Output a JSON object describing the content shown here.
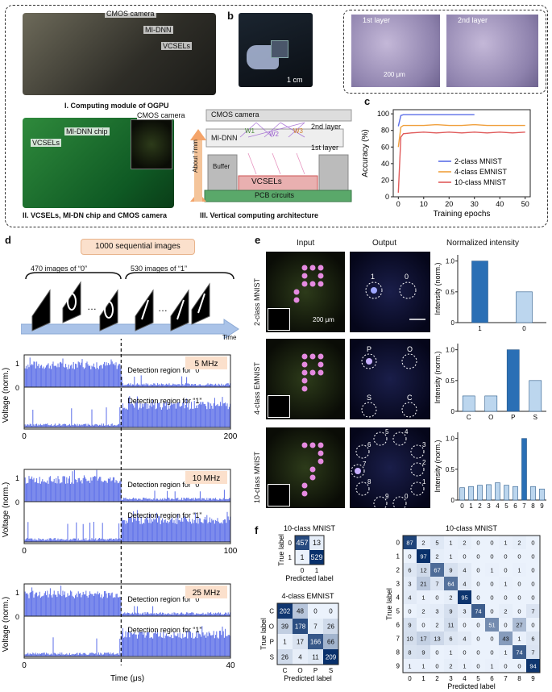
{
  "panel_labels": {
    "a": "a",
    "b": "b",
    "c": "c",
    "d": "d",
    "e": "e",
    "f": "f"
  },
  "panel_a": {
    "callouts": [
      "CMOS camera",
      "MI-DNN",
      "VCSELs"
    ],
    "caption1": "I. Computing module of OGPU",
    "callouts2": [
      "CMOS camera",
      "MI-DNN chip",
      "VCSELs"
    ],
    "caption2": "II. VCSELs, MI-DN chip and CMOS camera"
  },
  "panel_b": {
    "scale1": "1 cm",
    "layer1": "1st layer",
    "layer2": "2nd layer",
    "scale2": "200 μm"
  },
  "panel_arch": {
    "cmos": "CMOS camera",
    "midnn": "MI-DNN",
    "layer2": "2nd layer",
    "layer1": "1st layer",
    "buffer": "Buffer",
    "vcsels": "VCSELs",
    "pcb": "PCB circuits",
    "height": "About 7mm",
    "caption": "III. Vertical computing architecture",
    "weights": [
      "W1",
      "W2",
      "W3"
    ]
  },
  "chart_c": {
    "type": "line",
    "xlabel": "Training epochs",
    "ylabel": "Accuracy (%)",
    "xlim": [
      -2,
      52
    ],
    "ylim": [
      0,
      105
    ],
    "xticks": [
      0,
      10,
      20,
      30,
      40,
      50
    ],
    "yticks": [
      0,
      20,
      40,
      60,
      80,
      100
    ],
    "series": [
      {
        "name": "2-class MNIST",
        "color": "#5b6ee8",
        "x": [
          0,
          1,
          2,
          5,
          10,
          15,
          20,
          25,
          30
        ],
        "y": [
          85,
          98,
          99,
          99,
          99,
          99,
          99,
          99,
          99
        ]
      },
      {
        "name": "4-class EMNIST",
        "color": "#f0a03c",
        "x": [
          0,
          1,
          2,
          5,
          10,
          15,
          20,
          25,
          30,
          35,
          40,
          45,
          50
        ],
        "y": [
          60,
          84,
          86,
          86,
          86,
          87,
          86,
          86,
          87,
          86,
          86,
          86,
          86
        ]
      },
      {
        "name": "10-class MNIST",
        "color": "#e05a5a",
        "x": [
          0,
          1,
          2,
          5,
          10,
          15,
          20,
          25,
          30,
          35,
          40,
          45,
          50
        ],
        "y": [
          5,
          72,
          76,
          77,
          78,
          77,
          78,
          77,
          78,
          77,
          78,
          77,
          78
        ]
      }
    ]
  },
  "panel_d": {
    "title": "1000 sequential images",
    "group0": "470 images of “0”",
    "group1": "530 images of “1”",
    "time_arrow": "Time",
    "ylabel": "Voltage (norm.)",
    "xlabel": "Time (μs)",
    "region0": "Detection region for “0”",
    "region1": "Detection region for “1”",
    "traces": [
      {
        "freq": "5 MHz",
        "xmax": "200",
        "xmin": "0"
      },
      {
        "freq": "10 MHz",
        "xmax": "100",
        "xmin": "0"
      },
      {
        "freq": "25 MHz",
        "xmax": "40",
        "xmin": "0"
      }
    ],
    "yticks": [
      "0",
      "1"
    ]
  },
  "panel_e": {
    "col_input": "Input",
    "col_output": "Output",
    "col_norm": "Normalized intensity",
    "rows": [
      "2-class MNIST",
      "4-class EMNIST",
      "10-class MNIST"
    ],
    "scale": "200 μm",
    "ylabel": "Intensity (norm.)",
    "out_labels_2": [
      "1",
      "0"
    ],
    "out_labels_4": [
      "P",
      "O",
      "S",
      "C"
    ],
    "out_labels_10": [
      "5",
      "4",
      "3",
      "6",
      "2",
      "7",
      "8",
      "1",
      "9",
      "0"
    ],
    "bar_yticks": [
      "0",
      "0.5",
      "1.0"
    ]
  },
  "chart_e": [
    {
      "type": "bar",
      "categories": [
        "1",
        "0"
      ],
      "values": [
        1.0,
        0.5
      ],
      "ylim": [
        0,
        1.1
      ]
    },
    {
      "type": "bar",
      "categories": [
        "C",
        "O",
        "P",
        "S"
      ],
      "values": [
        0.25,
        0.25,
        1.0,
        0.5
      ],
      "ylim": [
        0,
        1.1
      ]
    },
    {
      "type": "bar",
      "categories": [
        "0",
        "1",
        "2",
        "3",
        "4",
        "5",
        "6",
        "7",
        "8",
        "9"
      ],
      "values": [
        0.2,
        0.22,
        0.24,
        0.25,
        0.28,
        0.24,
        0.22,
        1.0,
        0.22,
        0.18
      ],
      "ylim": [
        0,
        1.1
      ]
    }
  ],
  "chart_f": [
    {
      "type": "table",
      "title": "10-class MNIST",
      "ylabel": "True label",
      "xlabel": "Predicted label",
      "labels": [
        "0",
        "1"
      ],
      "matrix": [
        [
          457,
          13
        ],
        [
          1,
          529
        ]
      ]
    },
    {
      "type": "table",
      "title": "4-class EMNIST",
      "ylabel": "True label",
      "xlabel": "Predicted label",
      "labels": [
        "C",
        "O",
        "P",
        "S"
      ],
      "matrix": [
        [
          202,
          48,
          0,
          0
        ],
        [
          39,
          178,
          7,
          26
        ],
        [
          1,
          17,
          166,
          66
        ],
        [
          26,
          4,
          11,
          209
        ]
      ]
    },
    {
      "type": "table",
      "title": "10-class MNIST",
      "ylabel": "True label",
      "xlabel": "Predicted label",
      "labels": [
        "0",
        "1",
        "2",
        "3",
        "4",
        "5",
        "6",
        "7",
        "8",
        "9"
      ],
      "matrix": [
        [
          87,
          2,
          5,
          1,
          2,
          0,
          0,
          1,
          2,
          0
        ],
        [
          0,
          97,
          2,
          1,
          0,
          0,
          0,
          0,
          0,
          0
        ],
        [
          6,
          12,
          67,
          9,
          4,
          0,
          1,
          0,
          1,
          0
        ],
        [
          3,
          21,
          7,
          64,
          4,
          0,
          0,
          1,
          0,
          0
        ],
        [
          4,
          1,
          0,
          2,
          95,
          0,
          0,
          0,
          0,
          0
        ],
        [
          0,
          2,
          3,
          9,
          3,
          74,
          0,
          2,
          0,
          7
        ],
        [
          9,
          0,
          2,
          11,
          0,
          0,
          51,
          0,
          27,
          0
        ],
        [
          10,
          17,
          13,
          6,
          4,
          0,
          0,
          43,
          1,
          6
        ],
        [
          8,
          9,
          0,
          1,
          0,
          0,
          0,
          1,
          74,
          7
        ],
        [
          1,
          1,
          0,
          2,
          1,
          0,
          1,
          0,
          0,
          94
        ]
      ]
    }
  ]
}
